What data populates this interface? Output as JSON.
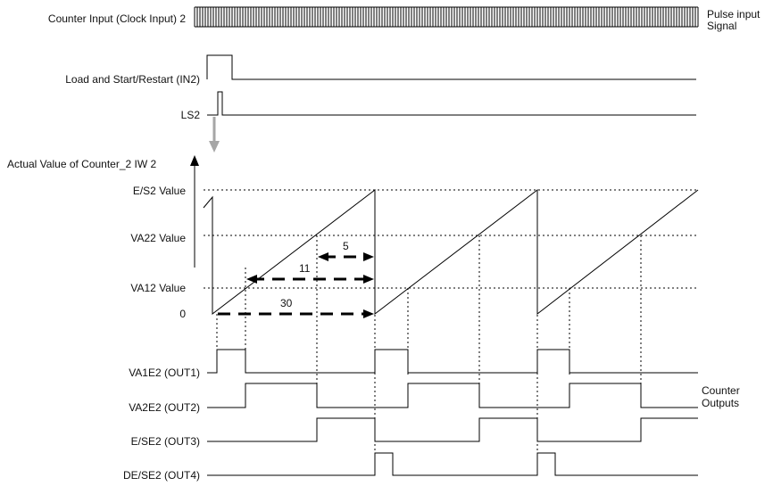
{
  "signals": {
    "clock_input": "Counter Input (Clock Input) 2",
    "pulse_note_line1": "Pulse input",
    "pulse_note_line2": "Signal",
    "load_start": "Load and Start/Restart (IN2)",
    "ls2": "LS2"
  },
  "axis": {
    "title": "Actual Value of Counter_2 IW 2",
    "levels": {
      "es2": "E/S2 Value",
      "va22": "VA22 Value",
      "va12": "VA12 Value",
      "zero": "0"
    }
  },
  "arrows": {
    "five": "5",
    "eleven": "11",
    "thirty": "30"
  },
  "outputs": {
    "out1": "VA1E2 (OUT1)",
    "out2": "VA2E2 (OUT2)",
    "out3": "E/SE2 (OUT3)",
    "out4": "DE/SE2 (OUT4)",
    "note_line1": "Counter",
    "note_line2": "Outputs"
  },
  "colors": {
    "line": "#000000",
    "arrow_gray": "#a6a6a6"
  }
}
